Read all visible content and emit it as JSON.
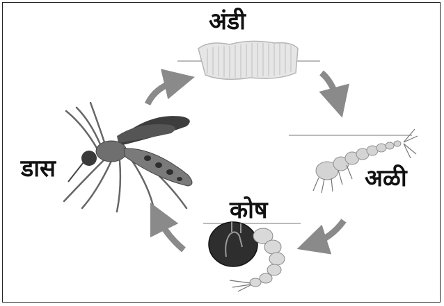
{
  "diagram": {
    "stages": {
      "eggs": {
        "label": "अंडी",
        "icon": "mosquito-eggs-icon"
      },
      "larva": {
        "label": "अळी",
        "icon": "mosquito-larva-icon"
      },
      "pupa": {
        "label": "कोष",
        "icon": "mosquito-pupa-icon"
      },
      "adult": {
        "label": "डास",
        "icon": "mosquito-adult-icon"
      }
    },
    "cycle_order": [
      "eggs",
      "larva",
      "pupa",
      "adult"
    ],
    "colors": {
      "arrow": "#8a8a8a",
      "border": "#222222",
      "mosquito_body": "#6f6f6f",
      "wing": "#3d3d3d",
      "egg_raft": "#e4e4e4",
      "pupa_head": "#333333",
      "larva_body": "#cfcfcf"
    }
  }
}
